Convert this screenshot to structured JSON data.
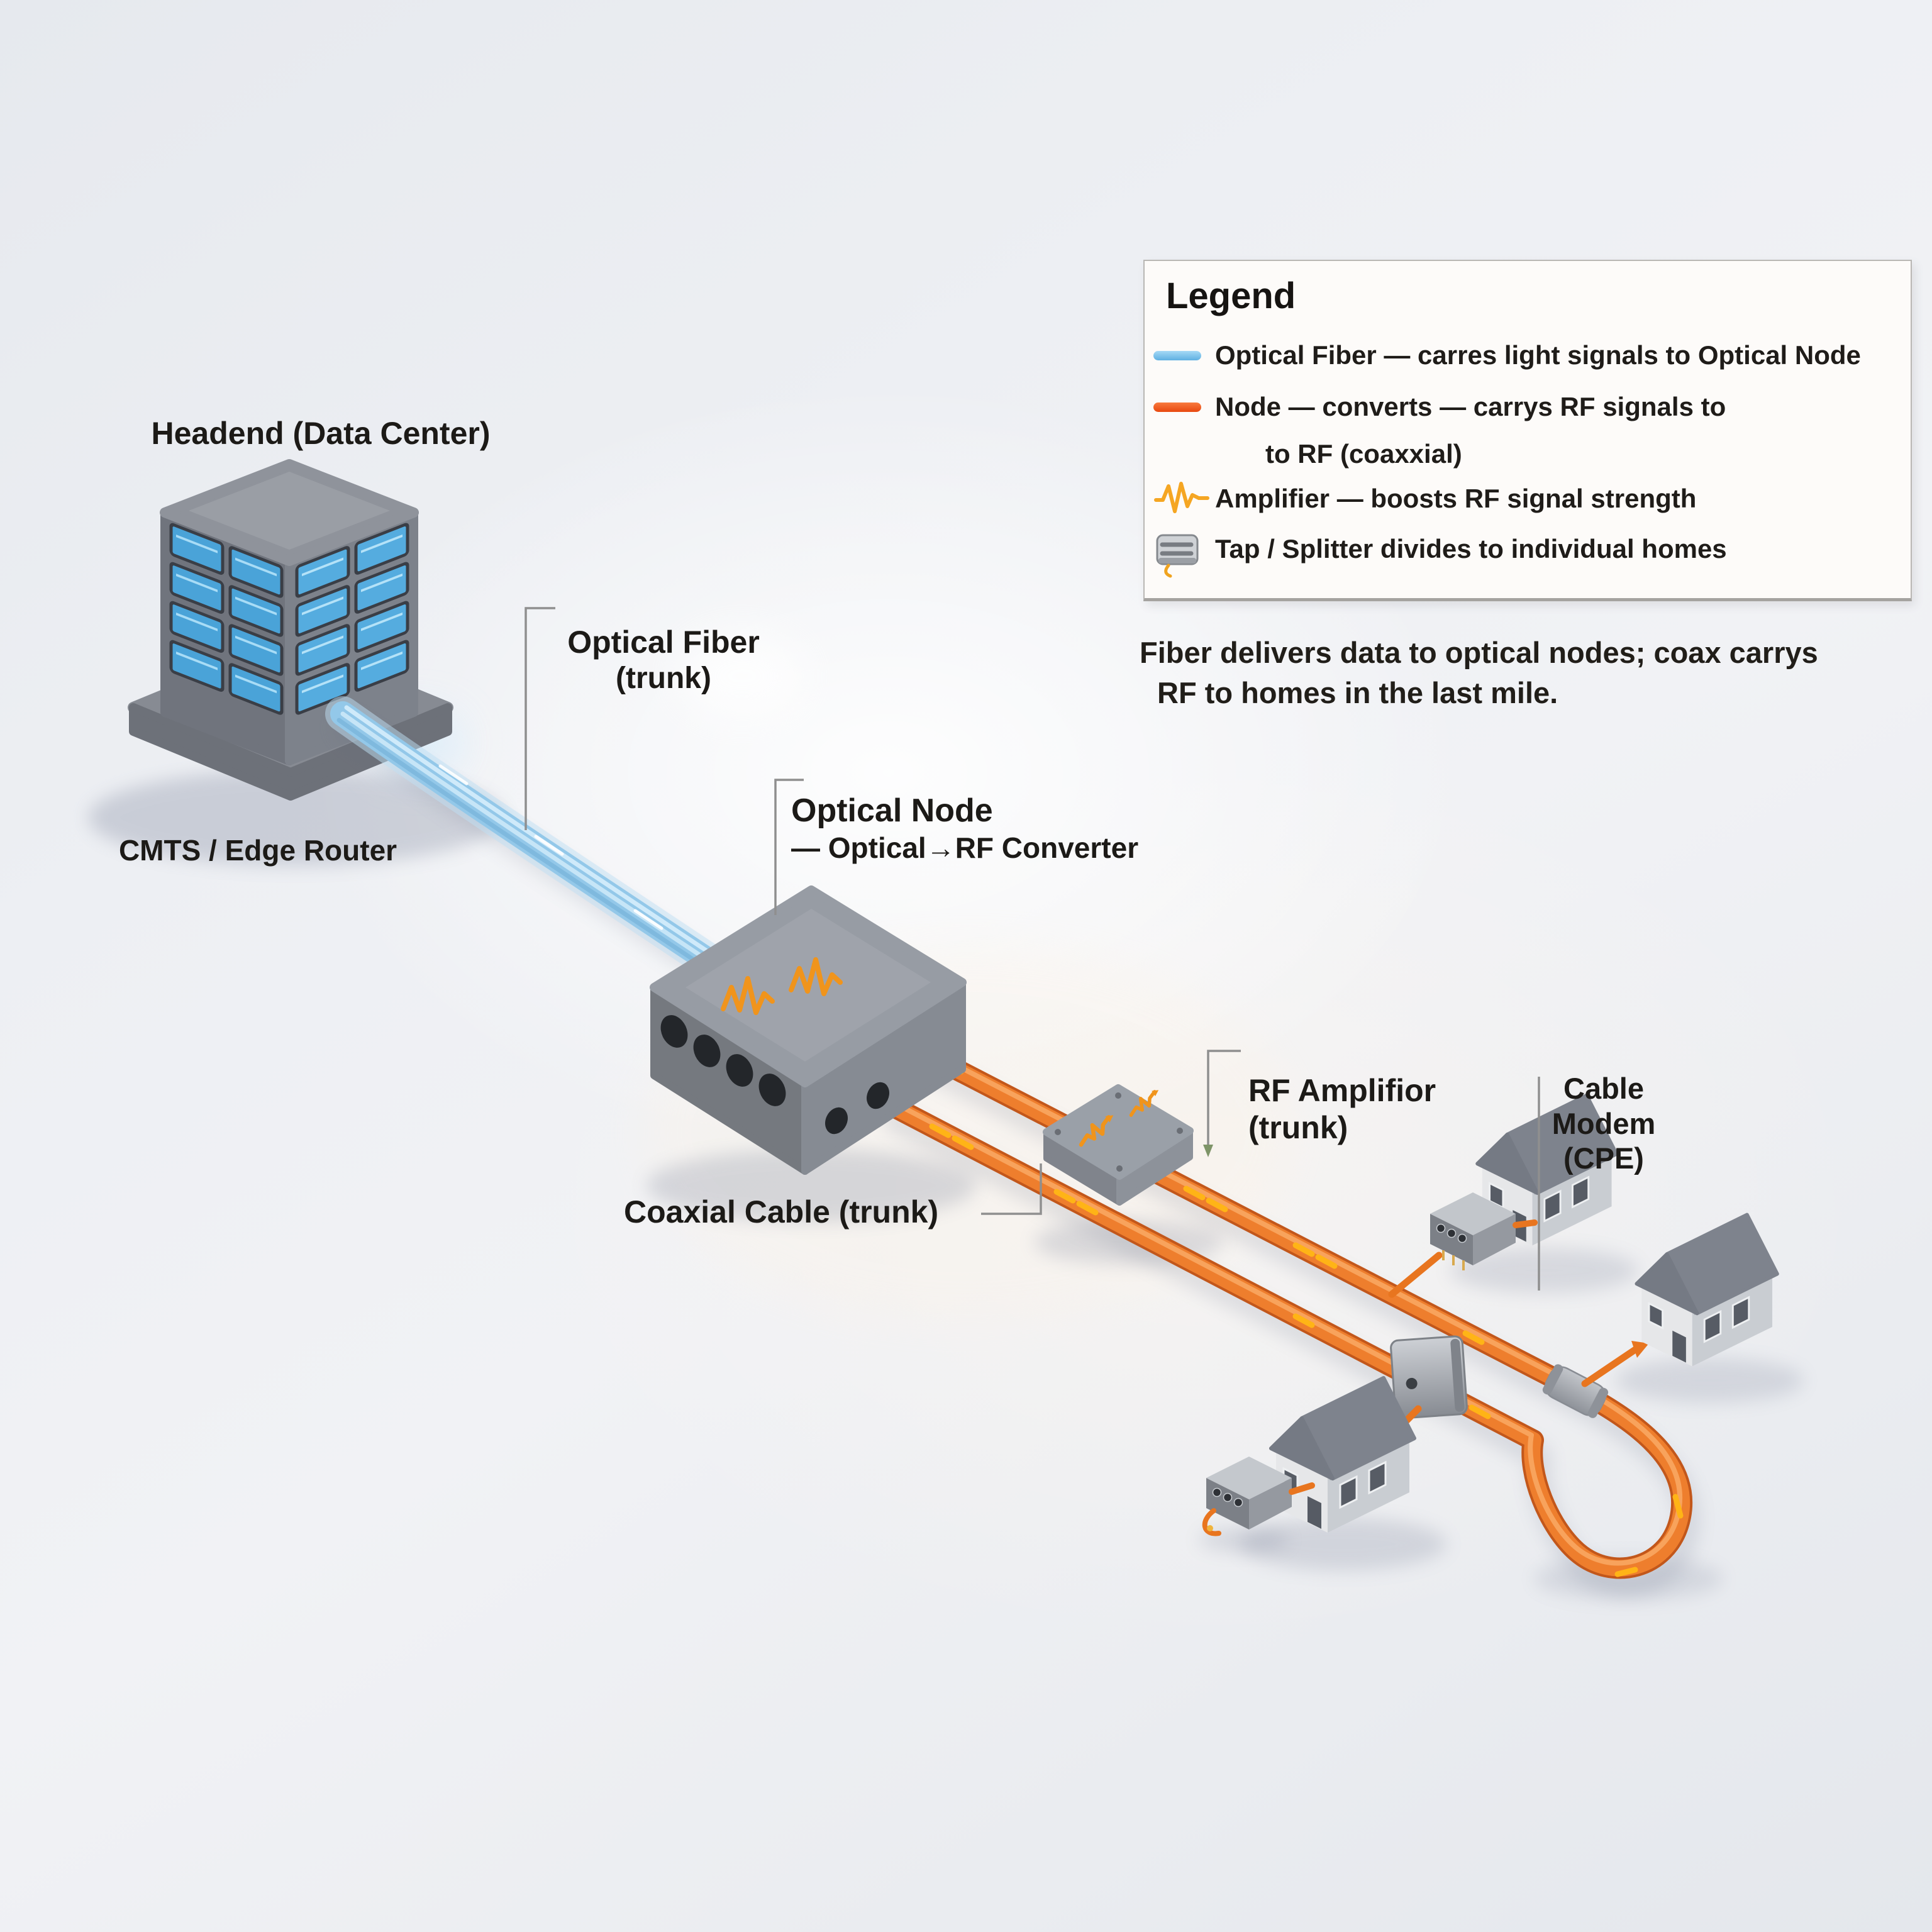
{
  "diagram": {
    "type": "hfc-cable-network-isometric",
    "nodes": {
      "headend": {
        "title": "Headend (Data Center)",
        "subtitle": "CMTS / Edge Router"
      },
      "optical_fiber": {
        "label": "Optical Fiber",
        "sublabel": "(trunk)"
      },
      "optical_node": {
        "label": "Optical Node",
        "sublabel": "— Optical→RF Converter"
      },
      "coaxial_cable": {
        "label": "Coaxial Cable (trunk)"
      },
      "rf_amplifier": {
        "label": "RF Amplifior",
        "sublabel": "(trunk)"
      },
      "cable_modem": {
        "label": "Cable Modem",
        "sublabel": "(CPE)"
      }
    }
  },
  "legend": {
    "title": "Legend",
    "items": [
      {
        "icon": "fiber-line-icon",
        "color": "#7ec4ed",
        "label": "Optical Fiber — carres light signals to Optical Node"
      },
      {
        "icon": "coax-line-icon",
        "color": "#f4521e",
        "label": "Node — converts — carrys RF signals to",
        "label_line2": "to RF (coaxxial)"
      },
      {
        "icon": "amplifier-waveform-icon",
        "color": "#f5a623",
        "label": "Amplifier — boosts RF signal strength"
      },
      {
        "icon": "tap-splitter-icon",
        "color": "#9aa0a8",
        "label": "Tap / Splitter divides to individual homes"
      }
    ]
  },
  "caption": {
    "line1": "Fiber delivers data to optical nodes; coax carrys",
    "line2": "RF to homes in the last mile."
  },
  "palette": {
    "background": "#edeff3",
    "fiber_blue": "#93c8e9",
    "coax_orange": "#ee7e2d",
    "signal_yellow": "#ffb416",
    "device_gray": "#8b8f97",
    "text_dark": "#1c1a17",
    "legend_bg": "#fdfbf9"
  }
}
